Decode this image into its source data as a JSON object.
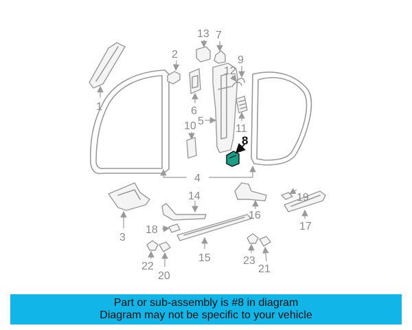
{
  "callouts": {
    "c1": "1",
    "c2": "2",
    "c3": "3",
    "c4": "4",
    "c5": "5",
    "c6": "6",
    "c7": "7",
    "c8": "8",
    "c9": "9",
    "c10": "10",
    "c11": "11",
    "c12": "12",
    "c13": "13",
    "c14": "14",
    "c15": "15",
    "c16": "16",
    "c17": "17",
    "c18": "18",
    "c19": "19",
    "c20": "20",
    "c21": "21",
    "c22": "22",
    "c23": "23"
  },
  "highlighted_part": "8",
  "colors": {
    "banner": "#12b5e8",
    "highlight_part": "#1a9e86",
    "line": "#9a9a9a"
  },
  "banner": {
    "line1": "Part or sub-assembly is #8 in diagram",
    "line2": "Diagram may not be specific to your vehicle"
  }
}
